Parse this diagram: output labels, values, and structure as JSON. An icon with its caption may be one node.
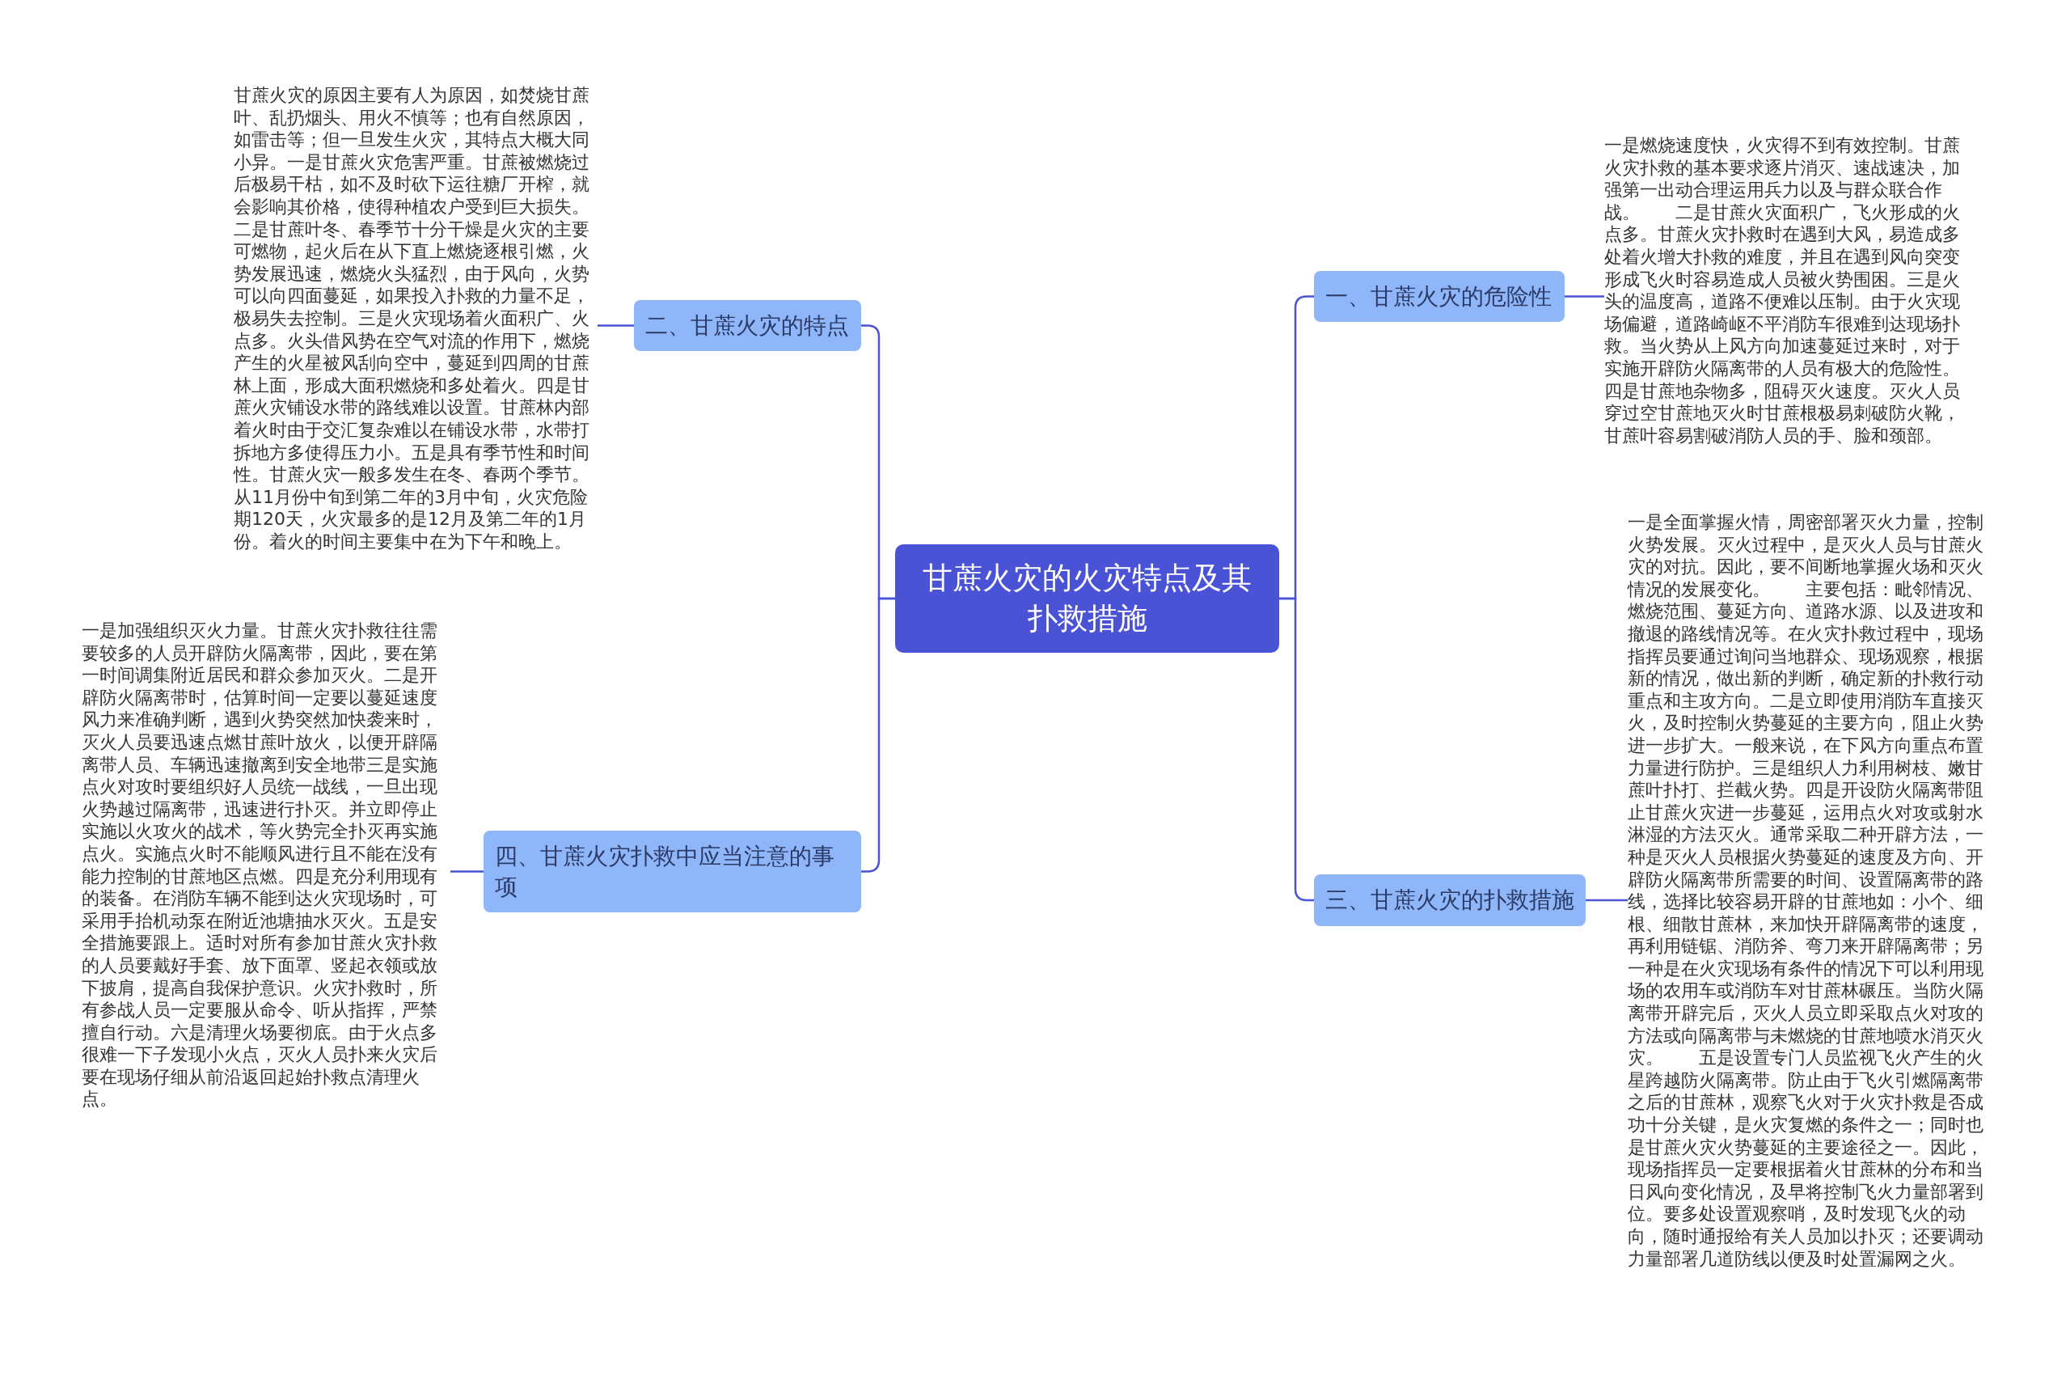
{
  "diagram": {
    "nodes": [
      {
        "text": [
          "甘蔗火灾的火灾特点及其扑救措施"
        ]
      },
      {
        "text": [
          "二、甘蔗火灾的特点"
        ]
      },
      {
        "text": [
          "甘蔗火灾的原因主要有人为原因，如焚烧甘蔗叶、乱扔烟头、用火不慎等；也有自然原因，如雷击等；但一旦发生火灾，其特点大概大同小异。一是甘蔗火灾危害严重。甘蔗被燃烧过后极易干枯，如不及时砍下运往糖厂开榨，就会影响其价格，使得种植农户受到巨大损失。二是甘蔗叶冬、春季节十分干燥是火灾的主要可燃物，起火后在从下直上燃烧逐根引燃，火势发展迅速，燃烧火头猛烈，由于风向，火势可以向四面蔓延，如果投入扑救的力量不足，极易失去控制。三是火灾现场着火面积广、火点多。火头借风势在空气对流的作用下，燃烧产生的火星被风刮向空中，蔓延到四周的甘蔗林上面，形成大面积燃烧和多处着火。四是甘蔗火灾铺设水带的路线难以设置。甘蔗林内部着火时由于交汇复杂难以在铺设水带，水带打拆地方多使得压力小。五是具有季节性和时间性。甘蔗火灾一般多发生在冬、春两个季节。从11月份中旬到第二年的3月中旬，火灾危险期120天，火灾最多的是12月及第二年的1月份。着火的时间主要集中在为下午和晚上。"
        ]
      },
      {
        "text": [
          "四、甘蔗火灾扑救中应当注意的事项"
        ]
      },
      {
        "text": [
          "一是加强组织灭火力量。甘蔗火灾扑救往往需要较多的人员开辟防火隔离带，因此，要在第一时间调集附近居民和群众参加灭火。二是开辟防火隔离带时，估算时间一定要以蔓延速度风力来准确判断，遇到火势突然加快袭来时，灭火人员要迅速点燃甘蔗叶放火，以便开辟隔离带人员、车辆迅速撤离到安全地带三是实施点火对攻时要组织好人员统一战线，一旦出现火势越过隔离带，迅速进行扑灭。并立即停止实施以火攻火的战术，等火势完全扑灭再实施点火。实施点火时不能顺风进行且不能在没有能力控制的甘蔗地区点燃。四是充分利用现有的装备。在消防车辆不能到达火灾现场时，可采用手抬机动泵在附近池塘抽水灭火。五是安全措施要跟上。适时对所有参加甘蔗火灾扑救的人员要戴好手套、放下面罩、竖起衣领或放下披肩，提高自我保护意识。火灾扑救时，所有参战人员一定要服从命令、听从指挥，严禁擅自行动。六是清理火场要彻底。由于火点多很难一下子发现小火点，灭火人员扑来火灾后要在现场仔细从前沿返回起始扑救点清理火点。"
        ]
      },
      {
        "text": [
          "一、甘蔗火灾的危险性"
        ]
      },
      {
        "text": [
          "一是燃烧速度快，火灾得不到有效控制。甘蔗火灾扑救的基本要求逐片消灭、速战速决，加强第一出动合理运用兵力以及与群众联合作战。　　二是甘蔗火灾面积广，飞火形成的火点多。甘蔗火灾扑救时在遇到大风，易造成多处着火增大扑救的难度，并且在遇到风向突变形成飞火时容易造成人员被火势围困。三是火头的温度高，道路不便难以压制。由于火灾现场偏避，道路崎岖不平消防车很难到达现场扑救。当火势从上风方向加速蔓延过来时，对于实施开辟防火隔离带的人员有极大的危险性。四是甘蔗地杂物多，阻碍灭火速度。灭火人员穿过空甘蔗地灭火时甘蔗根极易刺破防火靴，甘蔗叶容易割破消防人员的手、脸和颈部。"
        ]
      },
      {
        "text": [
          "三、甘蔗火灾的扑救措施"
        ]
      },
      {
        "text": [
          "一是全面掌握火情，周密部署灭火力量，控制火势发展。灭火过程中，是灭火人员与甘蔗火灾的对抗。因此，要不间断地掌握火场和灭火情况的发展变化。　　主要包括：毗邻情况、燃烧范围、蔓延方向、道路水源、以及进攻和撤退的路线情况等。在火灾扑救过程中，现场指挥员要通过询问当地群众、现场观察，根据新的情况，做出新的判断，确定新的扑救行动重点和主攻方向。二是立即使用消防车直接灭火，及时控制火势蔓延的主要方向，阻止火势进一步扩大。一般来说，在下风方向重点布置力量进行防护。三是组织人力利用树枝、嫩甘蔗叶扑打、拦截火势。四是开设防火隔离带阻止甘蔗火灾进一步蔓延，运用点火对攻或射水淋湿的方法灭火。通常采取二种开辟方法，一种是灭火人员根据火势蔓延的速度及方向、开辟防火隔离带所需要的时间、设置隔离带的路线，选择比较容易开辟的甘蔗地如：小个、细根、细散甘蔗林，来加快开辟隔离带的速度，再利用链锯、消防斧、弯刀来开辟隔离带；另一种是在火灾现场有条件的情况下可以利用现场的农用车或消防车对甘蔗林碾压。当防火隔离带开辟完后，灭火人员立即采取点火对攻的方法或向隔离带与未燃烧的甘蔗地喷水消灭火灾。　　五是设置专门人员监视飞火产生的火星跨越防火隔离带。防止由于飞火引燃隔离带之后的甘蔗林，观察飞火对于火灾扑救是否成功十分关键，是火灾复燃的条件之一；同时也是甘蔗火灾火势蔓延的主要途径之一。因此，现场指挥员一定要根据着火甘蔗林的分布和当日风向变化情况，及早将控制飞火力量部署到位。要多处设置观察哨，及时发现飞火的动向，随时通报给有关人员加以扑灭；还要调动力量部署几道防线以便及时处置漏网之火。"
        ]
      }
    ],
    "edges": [
      {
        "from": 0,
        "to": 1,
        "arrow": "none"
      },
      {
        "from": 1,
        "to": 2,
        "arrow": "none"
      },
      {
        "from": 0,
        "to": 3,
        "arrow": "none"
      },
      {
        "from": 3,
        "to": 4,
        "arrow": "none"
      },
      {
        "from": 0,
        "to": 5,
        "arrow": "none"
      },
      {
        "from": 5,
        "to": 6,
        "arrow": "none"
      },
      {
        "from": 0,
        "to": 7,
        "arrow": "none"
      },
      {
        "from": 7,
        "to": 8,
        "arrow": "none"
      }
    ]
  }
}
